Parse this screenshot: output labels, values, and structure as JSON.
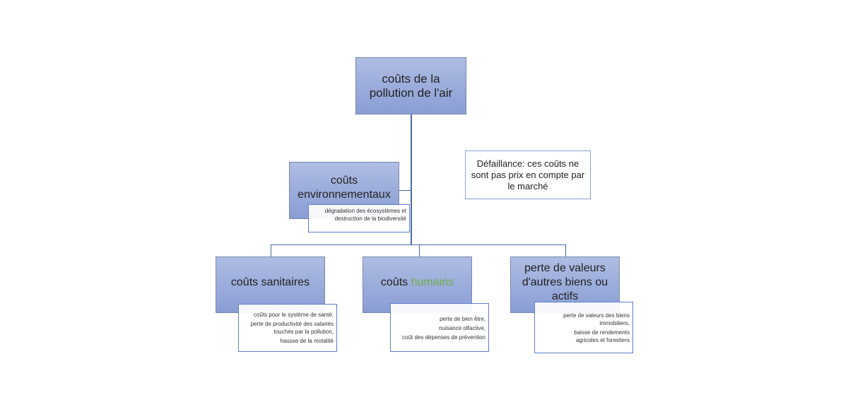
{
  "root": "coûts de la pollution de l'air",
  "environment": {
    "title": "coûts environnementaux",
    "details": [
      "dégradation des écosystèmes et destruction de la biodiversité"
    ]
  },
  "health": {
    "title": "coûts sanitaires",
    "details": [
      "coûts pour le système de santé,",
      "perte de productivité des salariés touchés par la pollution,",
      "hausse de la motalité"
    ]
  },
  "human": {
    "title_prefix": "coûts",
    "title_highlight": "humains",
    "details": [
      "perte de bien être,",
      "nuisance olfactive,",
      "coût des dépenses de prévention"
    ]
  },
  "assets": {
    "title": "perte de valeurs d'autres biens ou actifs",
    "details": [
      "perte de valeurs des biens immobiliers,",
      "baisse de rendements agricoles et forestiers"
    ]
  },
  "callout": "Défaillance: ces coûts ne sont pas prix en compte par le marché",
  "colors": {
    "box": "#9aabdb",
    "highlight": "#70ad47",
    "line": "#4a6aa8"
  }
}
